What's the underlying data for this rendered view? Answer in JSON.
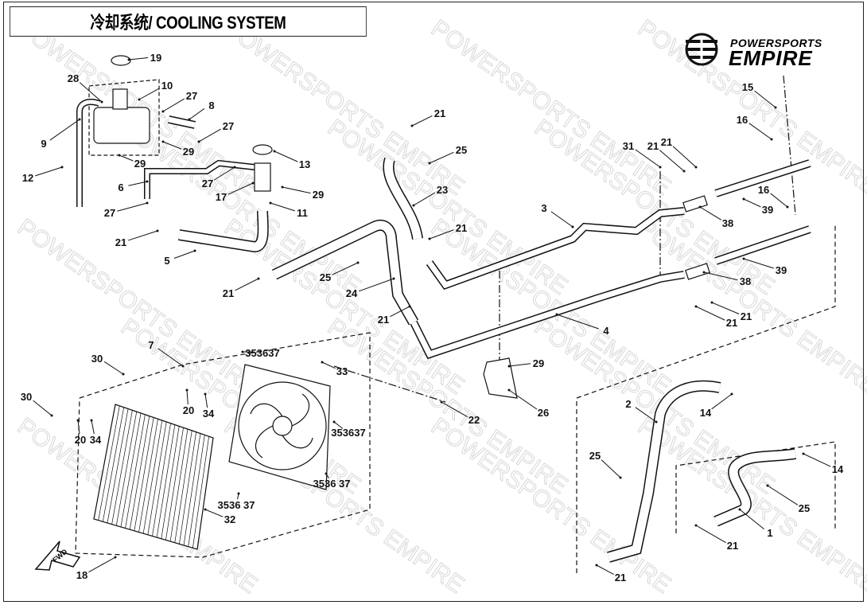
{
  "title": "冷却系统/ COOLING SYSTEM",
  "logo": {
    "line1": "POWERSPORTS",
    "line2": "EMPIRE"
  },
  "watermark": "POWERSPORTS EMPIRE",
  "callouts": [
    "19",
    "28",
    "10",
    "27",
    "8",
    "27",
    "9",
    "29",
    "13",
    "12",
    "29",
    "6",
    "27",
    "17",
    "29",
    "27",
    "11",
    "21",
    "5",
    "21",
    "25",
    "23",
    "3",
    "21",
    "25",
    "24",
    "21",
    "21",
    "4",
    "31",
    "21",
    "21",
    "15",
    "16",
    "16",
    "38",
    "39",
    "38",
    "39",
    "21",
    "21",
    "7",
    "30",
    "353637",
    "33",
    "29",
    "30",
    "20",
    "34",
    "20",
    "34",
    "353637",
    "22",
    "26",
    "2",
    "14",
    "3536 37",
    "3536 37",
    "32",
    "25",
    "14",
    "25",
    "1",
    "21",
    "21",
    "18"
  ],
  "fwd_label": "FWD"
}
